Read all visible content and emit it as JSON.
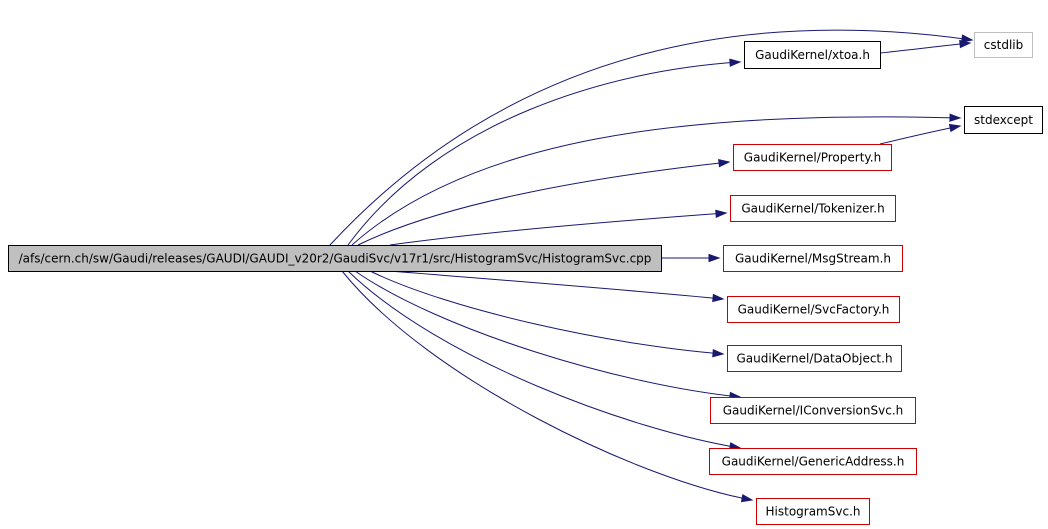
{
  "diagram": {
    "colors": {
      "edge": "#191970",
      "root_fill": "#bfbfbf",
      "root_border": "#000000",
      "red_border": "#cc0000",
      "black_border": "#000000",
      "grey_border": "#bfbfbf",
      "text": "#000000"
    },
    "nodes": [
      {
        "id": "root",
        "label": "/afs/cern.ch/sw/Gaudi/releases/GAUDI/GAUDI_v20r2/GaudiSvc/v17r1/src/HistogramSvc/HistogramSvc.cpp",
        "style": "root"
      },
      {
        "id": "xtoa",
        "label": "GaudiKernel/xtoa.h",
        "style": "black"
      },
      {
        "id": "cstdlib",
        "label": "cstdlib",
        "style": "grey"
      },
      {
        "id": "stdexcept",
        "label": "stdexcept",
        "style": "black"
      },
      {
        "id": "property",
        "label": "GaudiKernel/Property.h",
        "style": "red"
      },
      {
        "id": "tokenizer",
        "label": "GaudiKernel/Tokenizer.h",
        "style": "red"
      },
      {
        "id": "msgstream",
        "label": "GaudiKernel/MsgStream.h",
        "style": "red"
      },
      {
        "id": "svcfactory",
        "label": "GaudiKernel/SvcFactory.h",
        "style": "red"
      },
      {
        "id": "dataobject",
        "label": "GaudiKernel/DataObject.h",
        "style": "red"
      },
      {
        "id": "iconversionsvc",
        "label": "GaudiKernel/IConversionSvc.h",
        "style": "red"
      },
      {
        "id": "genericaddress",
        "label": "GaudiKernel/GenericAddress.h",
        "style": "red"
      },
      {
        "id": "histogramsvc_h",
        "label": "HistogramSvc.h",
        "style": "red"
      }
    ],
    "edges": [
      {
        "from": "root",
        "to": "cstdlib"
      },
      {
        "from": "root",
        "to": "xtoa"
      },
      {
        "from": "root",
        "to": "stdexcept"
      },
      {
        "from": "root",
        "to": "property"
      },
      {
        "from": "root",
        "to": "tokenizer"
      },
      {
        "from": "root",
        "to": "msgstream"
      },
      {
        "from": "root",
        "to": "svcfactory"
      },
      {
        "from": "root",
        "to": "dataobject"
      },
      {
        "from": "root",
        "to": "iconversionsvc"
      },
      {
        "from": "root",
        "to": "genericaddress"
      },
      {
        "from": "root",
        "to": "histogramsvc_h"
      },
      {
        "from": "xtoa",
        "to": "cstdlib"
      },
      {
        "from": "property",
        "to": "stdexcept"
      }
    ]
  }
}
